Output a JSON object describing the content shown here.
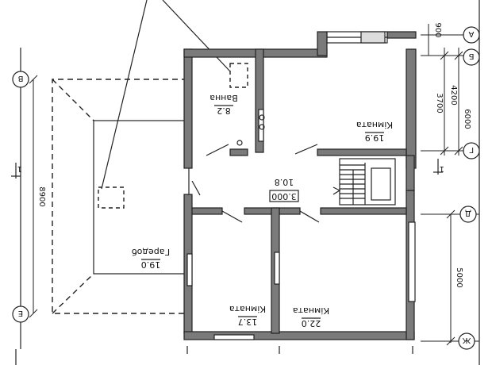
{
  "level_mark": "3.000",
  "rooms": {
    "vanna": {
      "name": "Ванна",
      "area": "8.2"
    },
    "room1": {
      "name": "Кімната",
      "area": "19.9"
    },
    "hall": {
      "name": "",
      "area": "10.8"
    },
    "garage": {
      "name": "Гаредоб",
      "area": "19.0"
    },
    "room2": {
      "name": "Кімната",
      "area": "13.7"
    },
    "room3": {
      "name": "Кімната",
      "area": "22.0"
    }
  },
  "axes": {
    "right": [
      "А",
      "Б",
      "Г",
      "Д",
      "Ж"
    ],
    "left": [
      "В",
      "Е"
    ]
  },
  "dimensions": {
    "top_small": "900",
    "d_3700": "3700",
    "d_4200": "4200",
    "d_6000": "6000",
    "d_5000": "5000",
    "d_8900": "8900"
  },
  "section_marks": [
    "1",
    "1"
  ]
}
